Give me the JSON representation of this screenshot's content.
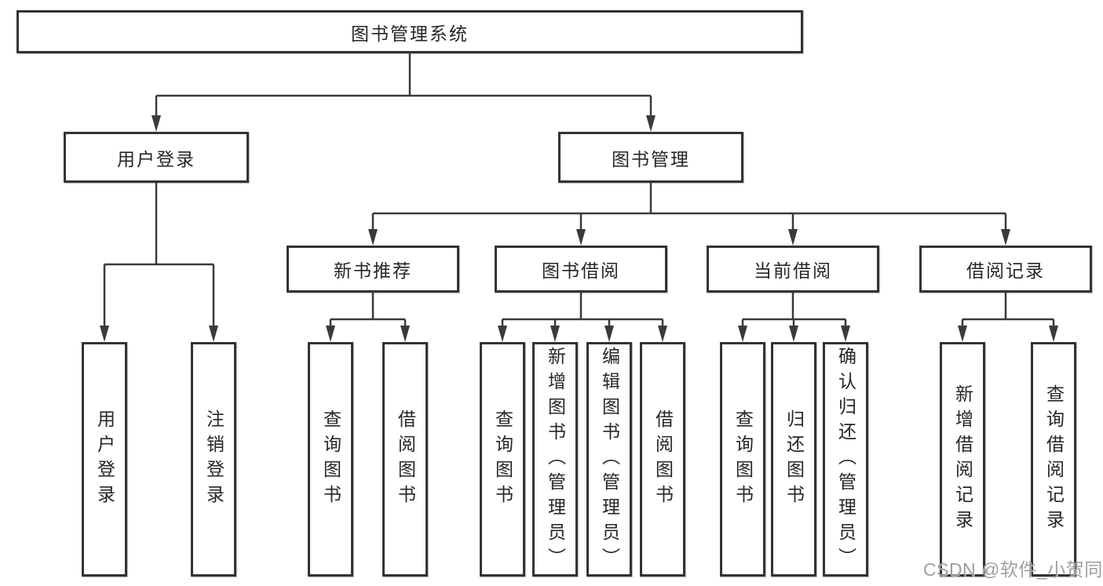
{
  "diagram": {
    "root": "图书管理系统",
    "level2": {
      "user_login": "用户登录",
      "book_management": "图书管理"
    },
    "level3": {
      "new_book_recommend": "新书推荐",
      "book_borrow": "图书借阅",
      "current_borrow": "当前借阅",
      "borrow_record": "借阅记录"
    },
    "leaves": {
      "user_login": "用户登录",
      "logout": "注销登录",
      "rec_query_book": "查询图书",
      "rec_borrow_book": "借阅图书",
      "bb_query_book": "查询图书",
      "bb_add_book": "新增图书（管理员）",
      "bb_edit_book": "编辑图书（管理员）",
      "bb_borrow_book": "借阅图书",
      "cb_query_book": "查询图书",
      "cb_return_book": "归还图书",
      "cb_confirm_return": "确认归还（管理员）",
      "br_add_record": "新增借阅记录",
      "br_query_record": "查询借阅记录"
    }
  },
  "watermark": "CSDN @软件_小贺同学",
  "colors": {
    "line": "#3a3a3a",
    "box_border": "#333333",
    "text": "#262626",
    "watermark": "#9e9e9e",
    "background": "#ffffff"
  }
}
